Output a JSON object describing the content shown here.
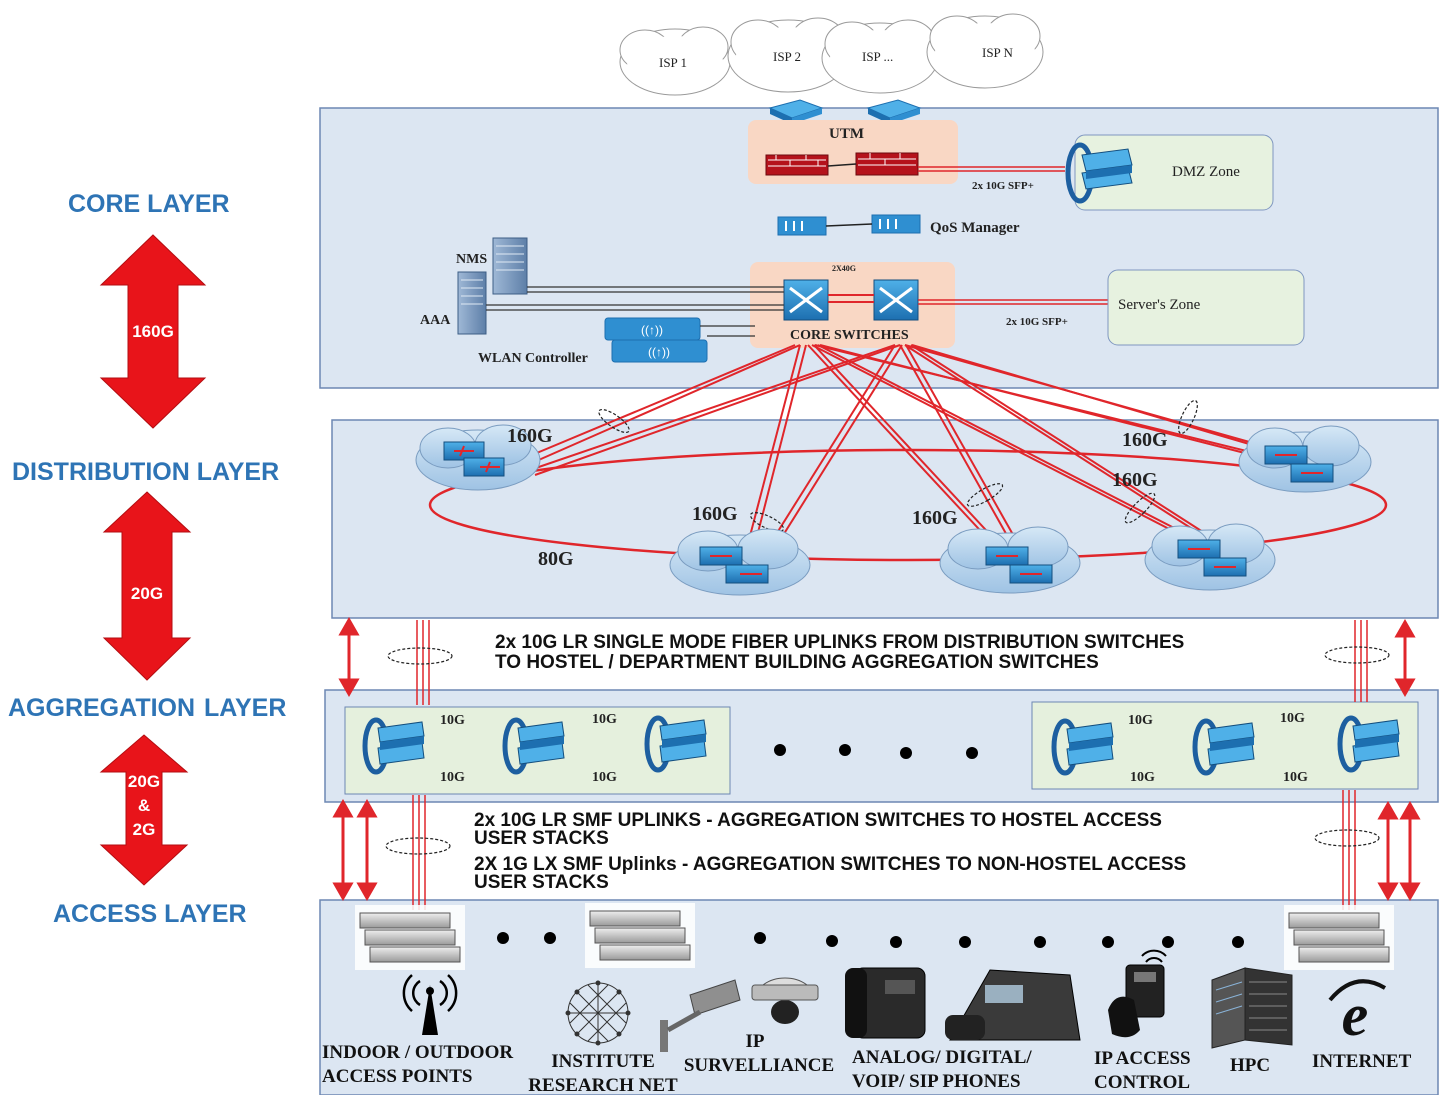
{
  "isp_clouds": [
    "ISP 1",
    "ISP 2",
    "ISP ...",
    "ISP N"
  ],
  "layers": {
    "core": "CORE LAYER",
    "distribution": "DISTRIBUTION LAYER",
    "aggregation": "AGGREGATION  LAYER",
    "access": "ACCESS LAYER"
  },
  "arrows": {
    "core_distribution": "160G",
    "distribution_aggregation": "20G",
    "aggregation_access": [
      "20G",
      "&",
      "2G"
    ]
  },
  "core": {
    "utm": "UTM",
    "dmz_zone": "DMZ Zone",
    "dmz_link": "2x 10G SFP+",
    "qos": "QoS Manager",
    "nms": "NMS",
    "aaa": "AAA",
    "wlan": "WLAN Controller",
    "core_link": "2X40G",
    "core_switches": "CORE SWITCHES",
    "servers_zone": "Server's Zone",
    "servers_link": "2x 10G SFP+"
  },
  "distribution": {
    "links": [
      "160G",
      "160G",
      "160G",
      "160G",
      "160G",
      "80G"
    ]
  },
  "uplink_text_1": [
    "2x 10G LR SINGLE MODE FIBER UPLINKS FROM DISTRIBUTION SWITCHES",
    "TO HOSTEL / DEPARTMENT  BUILDING AGGREGATION SWITCHES"
  ],
  "aggregation": {
    "port_labels": [
      "10G",
      "10G",
      "10G",
      "10G",
      "10G",
      "10G",
      "10G",
      "10G"
    ]
  },
  "uplink_text_2": [
    "2x 10G LR SMF UPLINKS - AGGREGATION SWITCHES TO HOSTEL ACCESS",
    "USER STACKS",
    "2X 1G LX SMF Uplinks - AGGREGATION SWITCHES TO NON-HOSTEL ACCESS",
    "USER STACKS"
  ],
  "access_devices": [
    {
      "line1": "INDOOR / OUTDOOR",
      "line2": "ACCESS POINTS",
      "icon": "wireless-ap-icon"
    },
    {
      "line1": "INSTITUTE",
      "line2": "RESEARCH NET",
      "icon": "network-mesh-icon"
    },
    {
      "line1": "IP",
      "line2": "SURVELLIANCE",
      "icon": "camera-icon"
    },
    {
      "line1": "ANALOG/ DIGITAL/",
      "line2": "VOIP/ SIP PHONES",
      "icon": "phone-icon"
    },
    {
      "line1": "IP ACCESS",
      "line2": "CONTROL",
      "icon": "access-control-icon"
    },
    {
      "line1": "HPC",
      "line2": "",
      "icon": "server-rack-icon"
    },
    {
      "line1": "INTERNET",
      "line2": "",
      "icon": "internet-icon"
    }
  ],
  "colors": {
    "layer_text": "#2e74b5",
    "arrow_red": "#e8141a",
    "link_red": "#e0262b",
    "panel_fill": "#dce6f2",
    "device_blue": "#2f8fd1"
  }
}
